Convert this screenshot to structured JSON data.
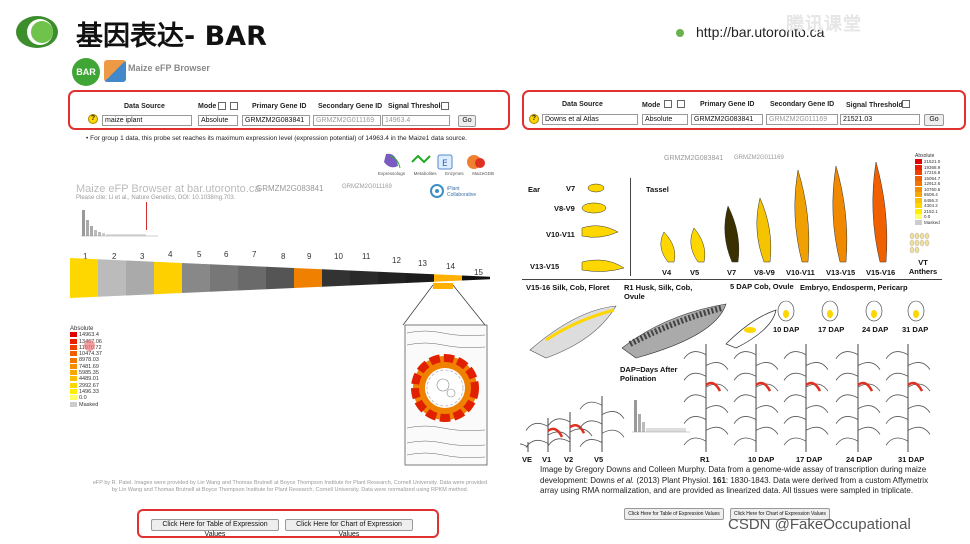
{
  "slide": {
    "title": "基因表达- BAR",
    "url": "http://bar.utoronto.ca",
    "watermark_top": "腾讯课堂",
    "watermark_bottom": "CSDN @FakeOccupational"
  },
  "header": {
    "badge": "BAR",
    "browser_name": "Maize eFP Browser"
  },
  "left_form": {
    "data_source_label": "Data Source",
    "data_source_value": "maize iplant",
    "mode_label": "Mode",
    "mode_value": "Absolute",
    "primary_label": "Primary Gene ID",
    "primary_value": "GRMZM2G083841",
    "secondary_label": "Secondary Gene ID",
    "secondary_value": "GRMZM2G011169",
    "threshold_label": "Signal Threshold",
    "threshold_value": "14963.4",
    "go_label": "Go",
    "help": "?"
  },
  "left_note": "For group 1 data, this probe set reaches its maximum expression level (expression potential) of 14963.4 in the Maize1 data source.",
  "left_panel": {
    "panel_title": "Maize eFP Browser at bar.utoronto.ca",
    "cite": "Please cite: Li et al., Nature Genetics, DOI: 10.1038/ng.703.",
    "gene_id": "GRMZM2G083841",
    "gene_id2": "GRMZM2G011169",
    "icons": [
      "Expressologs",
      "Metabolites",
      "Enzymes",
      "MaizeGDB"
    ],
    "collab": "iPlant Collaborative",
    "stages": [
      "1",
      "2",
      "3",
      "4",
      "5",
      "6",
      "7",
      "8",
      "9",
      "10",
      "11",
      "12",
      "13",
      "14",
      "15"
    ],
    "stage_colors": [
      "#ffd700",
      "#bbbbbb",
      "#aaaaaa",
      "#ffd000",
      "#888888",
      "#777777",
      "#6a6a6a",
      "#555555",
      "#f08000",
      "#333333",
      "#2a2a2a",
      "#222222",
      "#1c1c1c",
      "#ffb000",
      "#111111"
    ],
    "legend_title": "Absolute",
    "legend_values": [
      "14963.4",
      "13467.06",
      "11970.72",
      "10474.37",
      "8978.03",
      "7481.69",
      "5985.35",
      "4489.01",
      "2992.67",
      "1496.33",
      "0.0",
      "Masked"
    ],
    "legend_colors": [
      "#e00000",
      "#e82000",
      "#f04000",
      "#f06000",
      "#f07800",
      "#f49000",
      "#f8a800",
      "#fbc000",
      "#fdd800",
      "#ffee00",
      "#ffff66",
      "#cccccc"
    ],
    "credits": "eFP by R. Patel. Images were provided by Lin Wang and Thomas Brutnell at Boyce Thompson Institute for Plant Research, Cornell University. Data were provided by Lin Wang and Thomas Brutnell at Boyce Thompson Institute for Plant Research, Cornell University. Data were normalized using RPKM method.",
    "btn_table": "Click Here for Table of Expression Values",
    "btn_chart": "Click Here for Chart of Expression Values"
  },
  "right_form": {
    "data_source_label": "Data Source",
    "data_source_value": "Downs et al Atlas",
    "mode_label": "Mode",
    "mode_value": "Absolute",
    "primary_label": "Primary Gene ID",
    "primary_value": "GRMZM2G083841",
    "secondary_label": "Secondary Gene ID",
    "secondary_value": "GRMZM2G011169",
    "threshold_label": "Signal Threshold",
    "threshold_value": "21521.03",
    "go_label": "Go",
    "help": "?"
  },
  "right_panel": {
    "gene_id": "GRMZM2G083841",
    "gene_id2": "GRMZM2G011169",
    "legend_title": "Absolute",
    "legend_values": [
      "21521.0",
      "19368.9",
      "17216.8",
      "15064.7",
      "12912.6",
      "10760.5",
      "8608.4",
      "6456.3",
      "4304.2",
      "2152.1",
      "0.0",
      "Masked"
    ],
    "legend_colors": [
      "#e00000",
      "#e82000",
      "#f04000",
      "#f06000",
      "#f07800",
      "#f49000",
      "#f8a800",
      "#fbc000",
      "#fdd800",
      "#ffee00",
      "#ffff66",
      "#cccccc"
    ],
    "ear_label": "Ear",
    "ear_stages": [
      "V7",
      "V8-V9",
      "V10-V11",
      "V13-V15"
    ],
    "tassel_label": "Tassel",
    "tassel_stages": [
      "V4",
      "V5",
      "V7",
      "V8-V9",
      "V10-V11",
      "V13-V15",
      "V15-V16",
      "VT Anthers"
    ],
    "silk_label": "V15-16 Silk, Cob, Floret",
    "husk_label": "R1 Husk, Silk, Cob, Ovule",
    "dap5_label": "5 DAP Cob, Ovule",
    "embryo_label": "Embryo, Endosperm, Pericarp",
    "dap_stages": [
      "10 DAP",
      "17 DAP",
      "24 DAP",
      "31 DAP"
    ],
    "dap_note": "DAP=Days After Polination",
    "plant_stages": [
      "VE",
      "V1",
      "V2",
      "V5",
      "R1",
      "10 DAP",
      "17 DAP",
      "24 DAP",
      "31 DAP"
    ],
    "caption_1": "Image by Gregory Downs and Colleen Murphy. Data from a genome-wide assay of transcription during maize development: Downs ",
    "caption_etal": "et al.",
    "caption_2": " (2013) Plant Physiol. ",
    "caption_vol": "161",
    "caption_3": ": 1830-1843. Data were derived from a custom Affymetrix array using RMA normalization, and are provided as linearized data. All tissues were sampled in triplicate.",
    "btn_table": "Click Here for Table of Expression Values",
    "btn_chart": "Click Here for Chart of Expression Values"
  }
}
